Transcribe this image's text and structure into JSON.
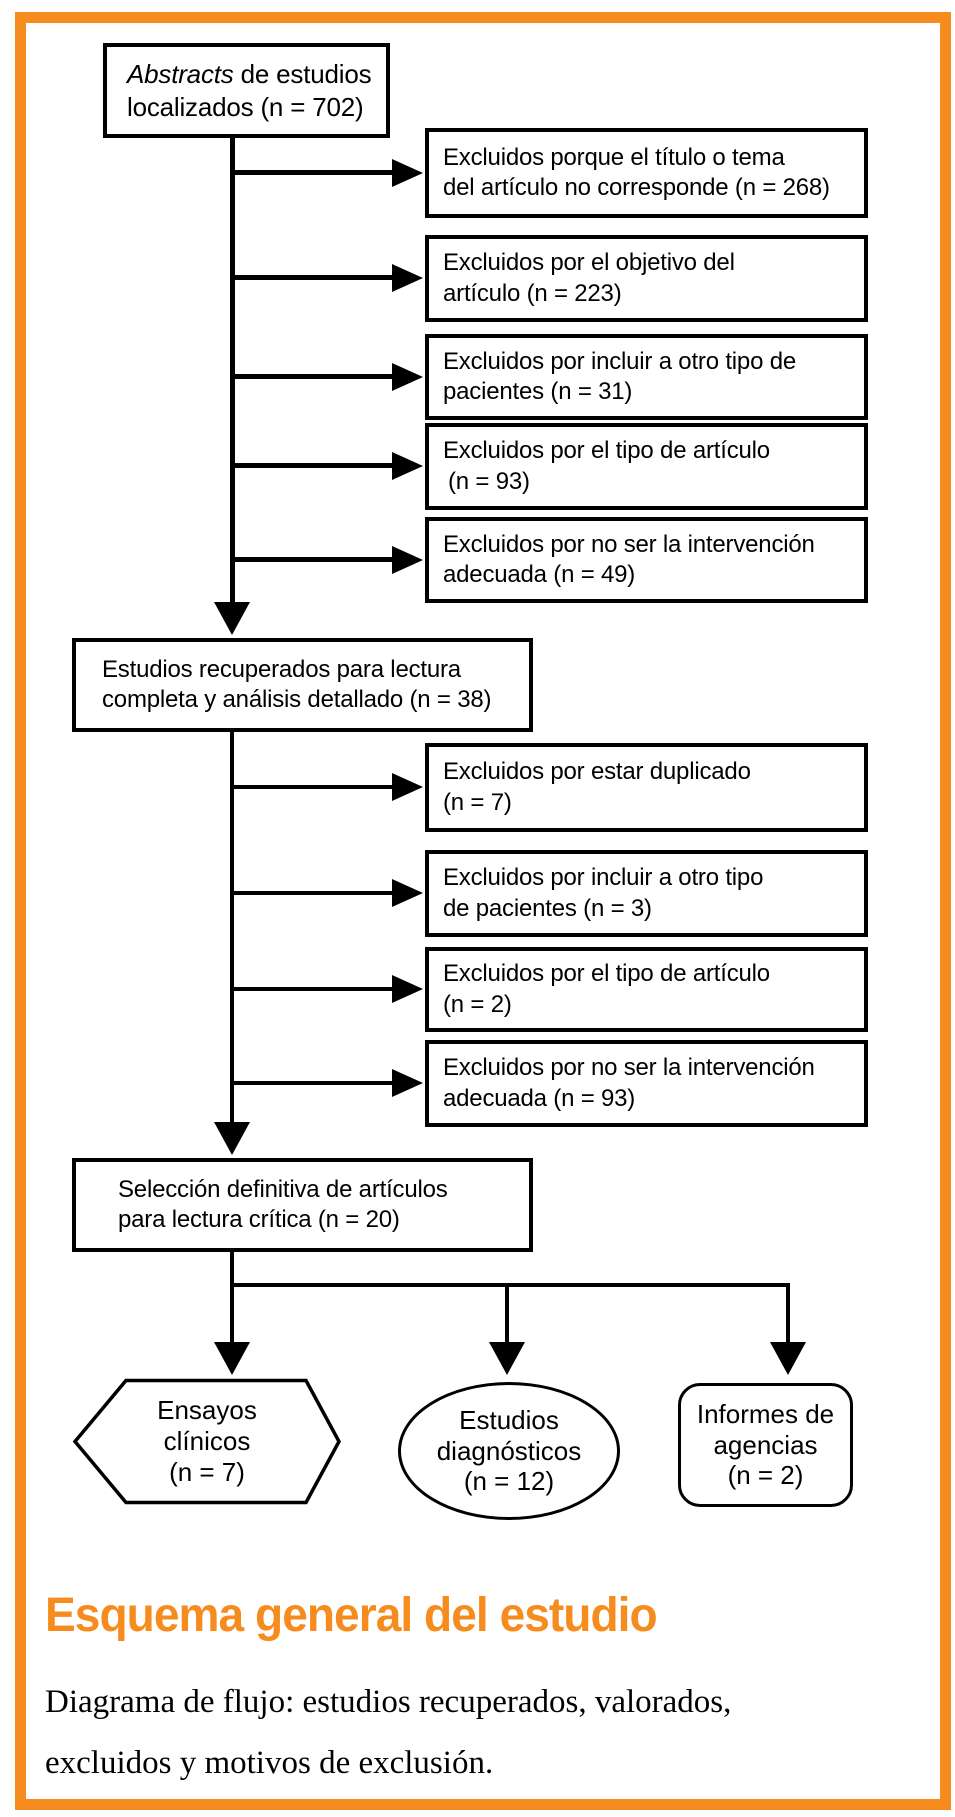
{
  "flow": {
    "top_box": {
      "line1_italic": "Abstracts",
      "line1_rest": " de estudios",
      "line2": "localizados (n = 702)"
    },
    "exclusions_stage1": [
      {
        "line1": "Excluidos porque el título o tema",
        "line2": "del artículo no corresponde (n = 268)"
      },
      {
        "line1": "Excluidos por el objetivo del",
        "line2": "artículo (n = 223)"
      },
      {
        "line1": "Excluidos por incluir a otro tipo de",
        "line2": "pacientes (n = 31)"
      },
      {
        "line1": "Excluidos por el tipo de artículo",
        "line2": "(n = 93)"
      },
      {
        "line1": "Excluidos por no ser la intervención",
        "line2": "adecuada (n = 49)"
      }
    ],
    "retrieved_box": {
      "line1": "Estudios recuperados para lectura",
      "line2": "completa y análisis detallado (n = 38)"
    },
    "exclusions_stage2": [
      {
        "line1": "Excluidos por estar duplicado",
        "line2": "(n = 7)"
      },
      {
        "line1": "Excluidos por incluir a otro tipo",
        "line2": "de pacientes (n = 3)"
      },
      {
        "line1": "Excluidos por el tipo de artículo",
        "line2": "(n = 2)"
      },
      {
        "line1": "Excluidos por no ser la intervención",
        "line2": "adecuada (n = 93)"
      }
    ],
    "selection_box": {
      "line1": "Selección definitiva de artículos",
      "line2": "para lectura crítica (n = 20)"
    },
    "outcomes": {
      "clinical_trials": {
        "line1": "Ensayos",
        "line2": "clínicos",
        "line3": "(n = 7)"
      },
      "diagnostic_studies": {
        "line1": "Estudios",
        "line2": "diagnósticos",
        "line3": "(n = 12)"
      },
      "agency_reports": {
        "line1": "Informes de",
        "line2": "agencias",
        "line3": "(n = 2)"
      }
    }
  },
  "caption": {
    "heading": "Esquema general del estudio",
    "text_line1": "Diagrama de flujo: estudios recuperados, valorados,",
    "text_line2": "excluidos y motivos de exclusión."
  },
  "colors": {
    "accent_orange": "#F78C1E",
    "line_black": "#000000"
  }
}
